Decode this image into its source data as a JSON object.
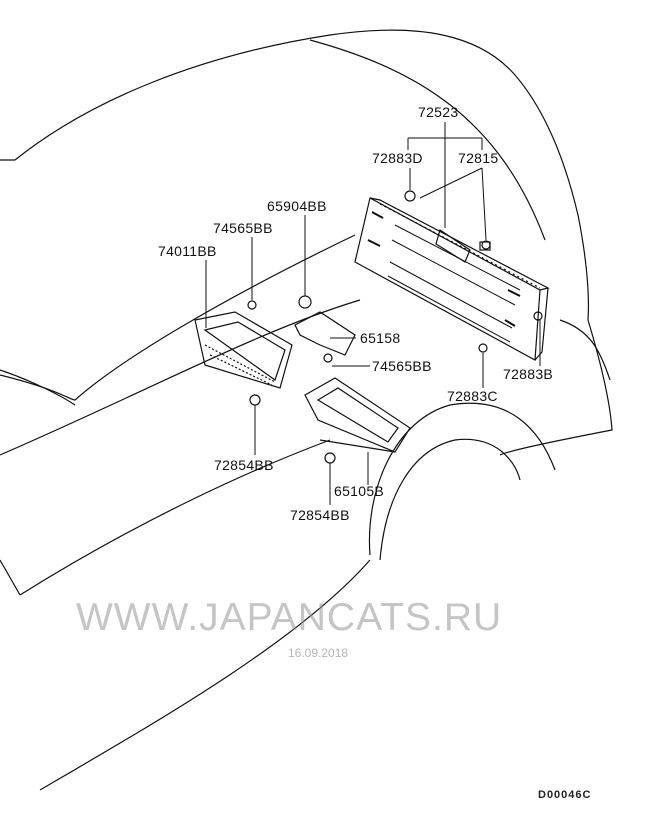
{
  "diagram": {
    "labels": {
      "p72523": "72523",
      "p72883D": "72883D",
      "p72815": "72815",
      "p65904BB": "65904BB",
      "p74565BB_a": "74565BB",
      "p74011BB": "74011BB",
      "p65158": "65158",
      "p74565BB_b": "74565BB",
      "p72883B": "72883B",
      "p72883C": "72883C",
      "p72854BB_a": "72854BB",
      "p65105B": "65105B",
      "p72854BB_b": "72854BB"
    },
    "drawing_code": "D00046C",
    "watermark": "WWW.JAPANCATS.RU",
    "watermark_date": "16.09.2018"
  }
}
